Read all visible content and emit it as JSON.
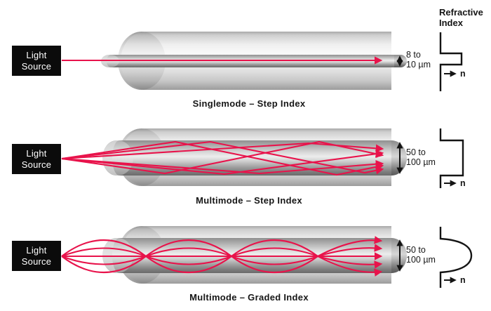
{
  "legend": {
    "title_line1": "Refractive",
    "title_line2": "Index",
    "axis_symbol": "n"
  },
  "colors": {
    "ray": "#e8134b",
    "ink": "#141414",
    "source_box_bg": "#0b0b0b",
    "source_box_text": "#ffffff",
    "fiber_highlight": "#f5f5f5",
    "fiber_shadow": "#8a8a8a"
  },
  "rows": [
    {
      "source": {
        "line1": "Light",
        "line2": "Source"
      },
      "caption": "Singlemode – Step Index",
      "core_diameter": {
        "line1": "8 to",
        "line2": "10 µm"
      },
      "profile_type": "step-narrow",
      "ray_mode": "single-straight"
    },
    {
      "source": {
        "line1": "Light",
        "line2": "Source"
      },
      "caption": "Multimode – Step Index",
      "core_diameter": {
        "line1": "50 to",
        "line2": "100 µm"
      },
      "profile_type": "step-wide",
      "ray_mode": "zigzag-reflections"
    },
    {
      "source": {
        "line1": "Light",
        "line2": "Source"
      },
      "caption": "Multimode – Graded Index",
      "core_diameter": {
        "line1": "50 to",
        "line2": "100 µm"
      },
      "profile_type": "graded-parabolic",
      "ray_mode": "sinusoidal-curves"
    }
  ]
}
